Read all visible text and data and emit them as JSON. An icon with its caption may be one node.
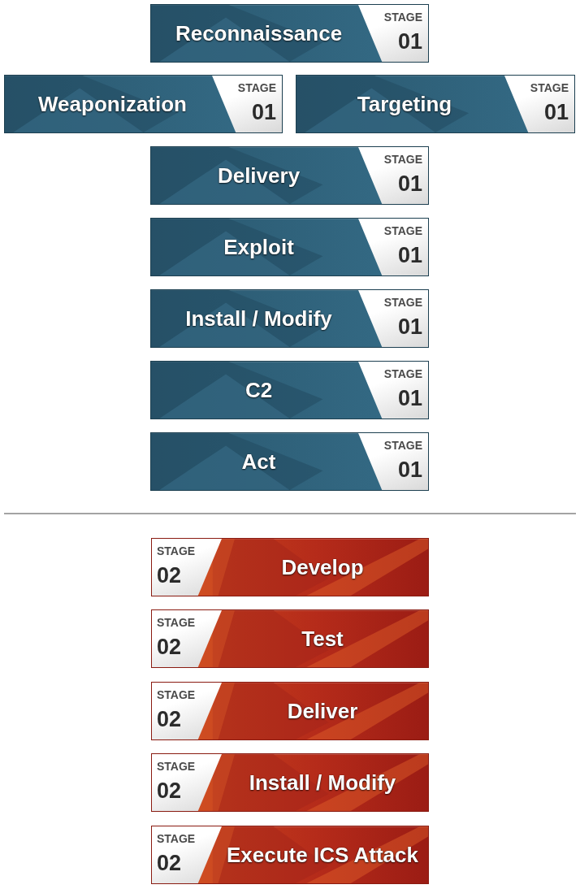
{
  "diagram": {
    "nodes": [
      {
        "text": [
          "Reconnaissance"
        ]
      },
      {
        "text": [
          "STAGE",
          "01"
        ],
        "in": 0
      },
      {
        "text": [
          "Weaponization"
        ]
      },
      {
        "text": [
          "STAGE",
          "01"
        ],
        "in": 2
      },
      {
        "text": [
          "Targeting"
        ]
      },
      {
        "text": [
          "STAGE",
          "01"
        ],
        "in": 4
      },
      {
        "text": [
          "Delivery"
        ]
      },
      {
        "text": [
          "STAGE",
          "01"
        ],
        "in": 6
      },
      {
        "text": [
          "Exploit"
        ]
      },
      {
        "text": [
          "STAGE",
          "01"
        ],
        "in": 8
      },
      {
        "text": [
          "Install / Modify"
        ]
      },
      {
        "text": [
          "STAGE",
          "01"
        ],
        "in": 10
      },
      {
        "text": [
          "C2"
        ]
      },
      {
        "text": [
          "STAGE",
          "01"
        ],
        "in": 12
      },
      {
        "text": [
          "Act"
        ]
      },
      {
        "text": [
          "STAGE",
          "01"
        ],
        "in": 14
      },
      {
        "text": [
          "Develop"
        ]
      },
      {
        "text": [
          "STAGE",
          "02"
        ],
        "in": 16
      },
      {
        "text": [
          "Test"
        ]
      },
      {
        "text": [
          "STAGE",
          "02"
        ],
        "in": 18
      },
      {
        "text": [
          "Deliver"
        ]
      },
      {
        "text": [
          "STAGE",
          "02"
        ],
        "in": 20
      },
      {
        "text": [
          "Install / Modify"
        ]
      },
      {
        "text": [
          "STAGE",
          "02"
        ],
        "in": 22
      },
      {
        "text": [
          "Execute ICS Attack"
        ]
      },
      {
        "text": [
          "STAGE",
          "02"
        ],
        "in": 24
      }
    ]
  }
}
